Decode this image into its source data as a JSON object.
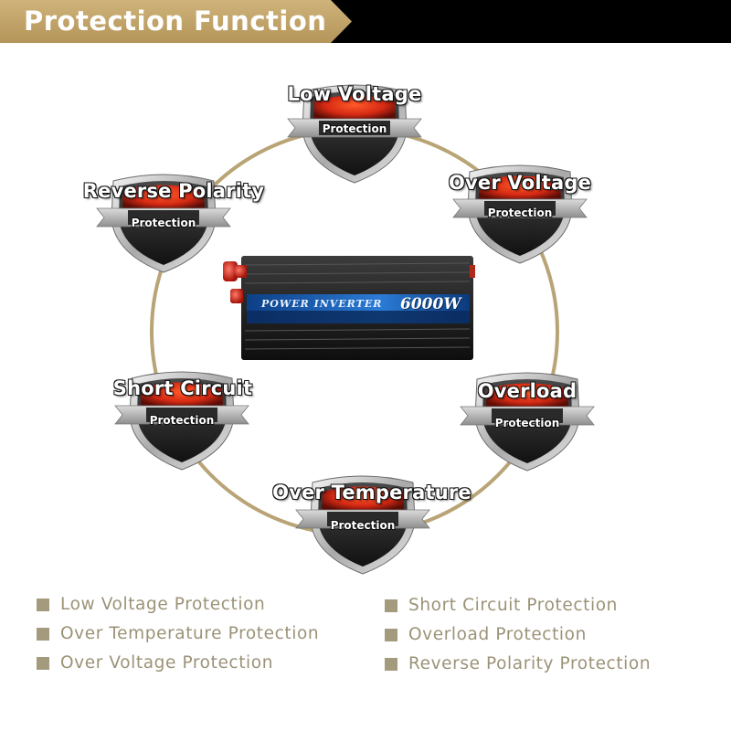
{
  "header": {
    "title": "Protection Function"
  },
  "colors": {
    "gold": "#c2a366",
    "ring": "#b9a476",
    "legend_text": "#9b9277",
    "shield_red": "#e0341c",
    "shield_dark": "#2b2b2b"
  },
  "shields": [
    {
      "title": "Low Voltage",
      "subtitle": "Protection"
    },
    {
      "title": "Over Voltage",
      "subtitle": "Protection"
    },
    {
      "title": "Reverse Polarity",
      "subtitle": "Protection"
    },
    {
      "title": "Short Circuit",
      "subtitle": "Protection"
    },
    {
      "title": "Overload",
      "subtitle": "Protection"
    },
    {
      "title": "Over Temperature",
      "subtitle": "Protection"
    }
  ],
  "inverter": {
    "brand": "POWER INVERTER",
    "wattage": "6000W"
  },
  "legend": {
    "left": [
      "Low Voltage Protection",
      "Over Temperature Protection",
      "Over Voltage Protection"
    ],
    "right": [
      "Short Circuit Protection",
      "Overload Protection",
      "Reverse Polarity Protection"
    ]
  }
}
